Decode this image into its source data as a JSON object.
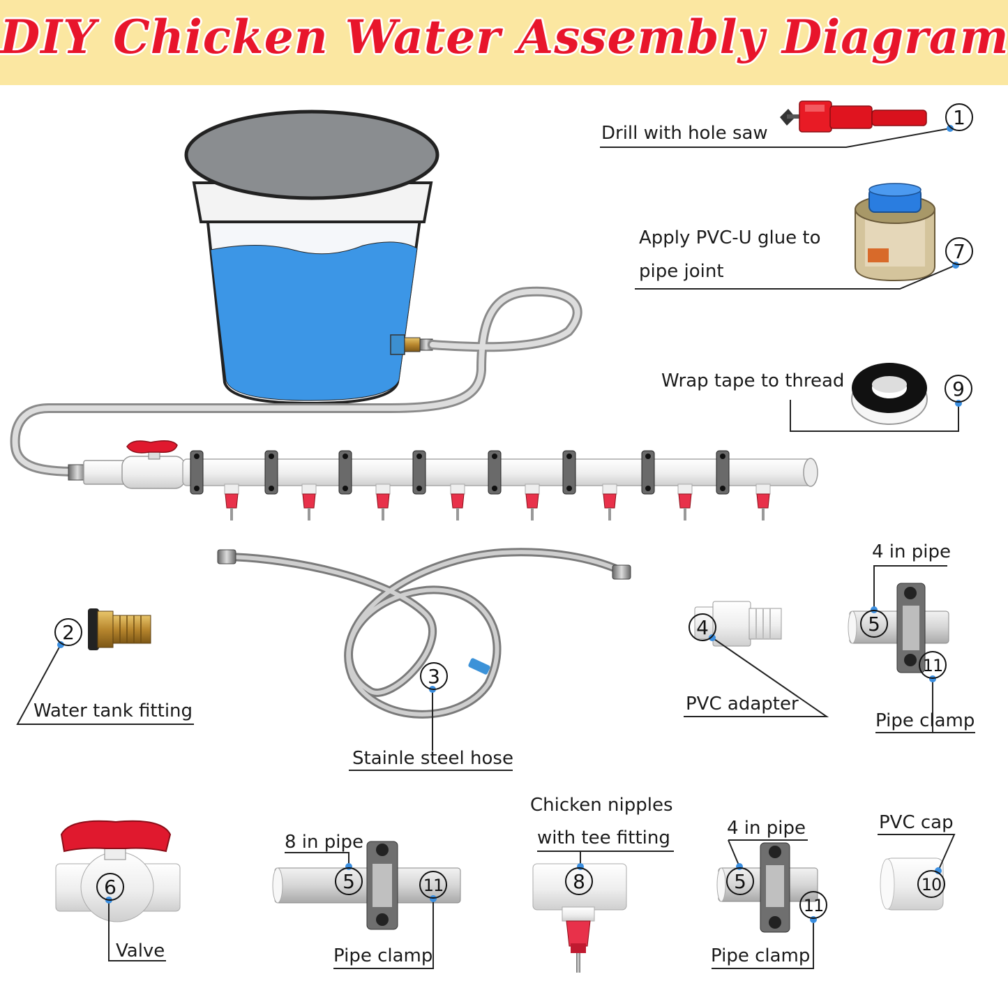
{
  "title": "DIY Chicken Water Assembly Diagram",
  "colors": {
    "title": "#e8152b",
    "banner": "#fbe7a1",
    "water": "#3c96e6",
    "lid": "#8a8d90",
    "valve_handle": "#e0192e",
    "nipple": "#e8314a",
    "pvc": "#f4f4f4",
    "dot": "#3a8ee0"
  },
  "labels": {
    "drill": "Drill with hole saw",
    "glue_line1": "Apply PVC-U glue to",
    "glue_line2": "pipe joint",
    "tape": "Wrap tape to thread",
    "tank_fitting": "Water tank fitting",
    "hose": "Stainle steel hose",
    "four_in_pipe_top": "4 in pipe",
    "pvc_adapter": "PVC adapter",
    "pipe_clamp_right": "Pipe clamp",
    "nipples_line1": "Chicken nipples",
    "nipples_line2": "with tee fitting",
    "eight_in_pipe": "8 in pipe",
    "four_in_pipe_bottom": "4 in pipe",
    "pvc_cap": "PVC cap",
    "valve": "Valve",
    "pipe_clamp_b1": "Pipe clamp",
    "pipe_clamp_b2": "Pipe clamp"
  },
  "numbers": {
    "n1": "1",
    "n7": "7",
    "n9": "9",
    "n2": "2",
    "n3": "3",
    "n4": "4",
    "n5a": "5",
    "n11a": "11",
    "n6": "6",
    "n5b": "5",
    "n11b": "11",
    "n8": "8",
    "n5c": "5",
    "n11c": "11",
    "n10": "10"
  },
  "icons": [
    "bucket-icon",
    "hole-saw-icon",
    "glue-can-icon",
    "tape-roll-icon",
    "tank-fitting-icon",
    "steel-hose-icon",
    "pvc-adapter-icon",
    "pipe-clamp-icon",
    "ball-valve-icon",
    "tee-nipple-icon",
    "pvc-cap-icon"
  ]
}
